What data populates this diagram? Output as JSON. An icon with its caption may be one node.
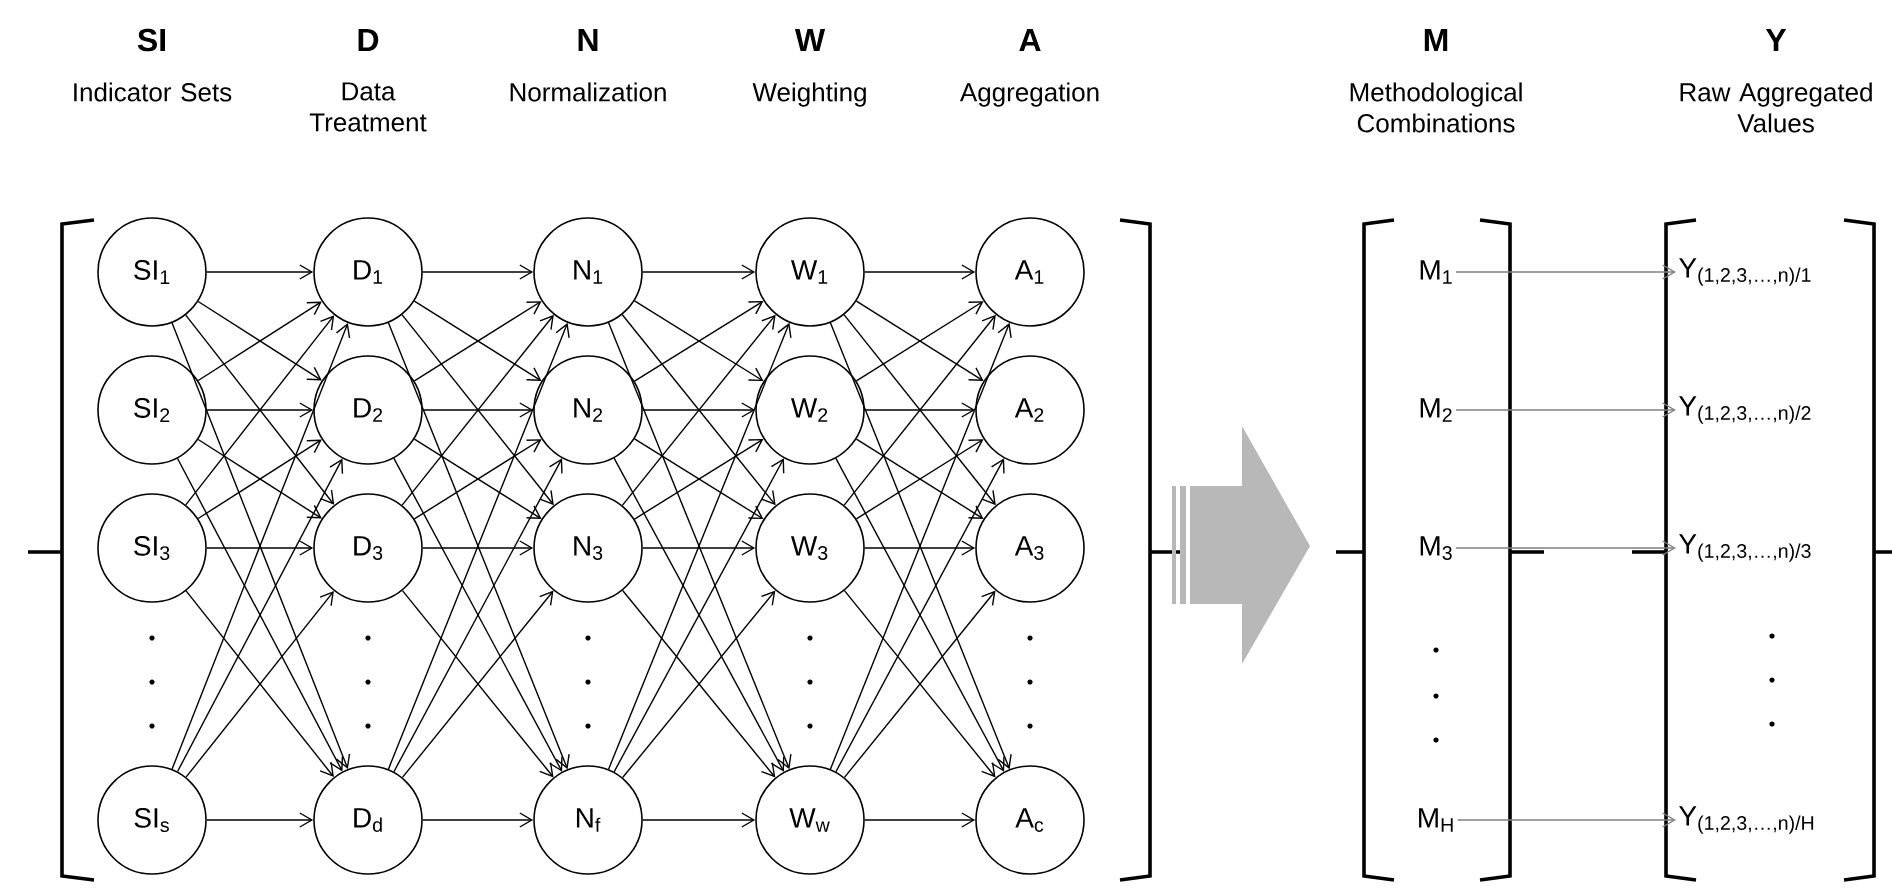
{
  "diagram": {
    "nodes": [
      {
        "text": [
          "SI$_{1}$"
        ]
      },
      {
        "text": [
          "SI$_{2}$"
        ]
      },
      {
        "text": [
          "SI$_{3}$"
        ]
      },
      {
        "text": [
          "SI$_{s}$"
        ]
      },
      {
        "text": [
          "D$_{1}$"
        ]
      },
      {
        "text": [
          "D$_{2}$"
        ]
      },
      {
        "text": [
          "D$_{3}$"
        ]
      },
      {
        "text": [
          "D$_{d}$"
        ]
      },
      {
        "text": [
          "N$_{1}$"
        ]
      },
      {
        "text": [
          "N$_{2}$"
        ]
      },
      {
        "text": [
          "N$_{3}$"
        ]
      },
      {
        "text": [
          "N$_{f}$"
        ]
      },
      {
        "text": [
          "W$_{1}$"
        ]
      },
      {
        "text": [
          "W$_{2}$"
        ]
      },
      {
        "text": [
          "W$_{3}$"
        ]
      },
      {
        "text": [
          "W$_{w}$"
        ]
      },
      {
        "text": [
          "A$_{1}$"
        ]
      },
      {
        "text": [
          "A$_{2}$"
        ]
      },
      {
        "text": [
          "A$_{3}$"
        ]
      },
      {
        "text": [
          "A$_{c}$"
        ]
      },
      {
        "text": [
          "M$_{1}$"
        ]
      },
      {
        "text": [
          "M$_{2}$"
        ]
      },
      {
        "text": [
          "M$_{3}$"
        ]
      },
      {
        "text": [
          "M$_{H}$"
        ]
      },
      {
        "text": [
          "Y$_{(1,2,3,…,n)/1}$"
        ]
      },
      {
        "text": [
          "Y$_{(1,2,3,…,n)/2}$"
        ]
      },
      {
        "text": [
          "Y$_{(1,2,3,…,n)/3}$"
        ]
      },
      {
        "text": [
          "Y$_{(1,2,3,…,n)/H}$"
        ]
      }
    ],
    "edges": [
      {
        "from": 0,
        "to": 4,
        "arrow": "to"
      },
      {
        "from": 0,
        "to": 5,
        "arrow": "to"
      },
      {
        "from": 0,
        "to": 6,
        "arrow": "to"
      },
      {
        "from": 0,
        "to": 7,
        "arrow": "to"
      },
      {
        "from": 1,
        "to": 4,
        "arrow": "to"
      },
      {
        "from": 1,
        "to": 5,
        "arrow": "to"
      },
      {
        "from": 1,
        "to": 6,
        "arrow": "to"
      },
      {
        "from": 1,
        "to": 7,
        "arrow": "to"
      },
      {
        "from": 2,
        "to": 4,
        "arrow": "to"
      },
      {
        "from": 2,
        "to": 5,
        "arrow": "to"
      },
      {
        "from": 2,
        "to": 6,
        "arrow": "to"
      },
      {
        "from": 2,
        "to": 7,
        "arrow": "to"
      },
      {
        "from": 3,
        "to": 4,
        "arrow": "to"
      },
      {
        "from": 3,
        "to": 5,
        "arrow": "to"
      },
      {
        "from": 3,
        "to": 6,
        "arrow": "to"
      },
      {
        "from": 3,
        "to": 7,
        "arrow": "to"
      },
      {
        "from": 4,
        "to": 8,
        "arrow": "to"
      },
      {
        "from": 4,
        "to": 9,
        "arrow": "to"
      },
      {
        "from": 4,
        "to": 10,
        "arrow": "to"
      },
      {
        "from": 4,
        "to": 11,
        "arrow": "to"
      },
      {
        "from": 5,
        "to": 8,
        "arrow": "to"
      },
      {
        "from": 5,
        "to": 9,
        "arrow": "to"
      },
      {
        "from": 5,
        "to": 10,
        "arrow": "to"
      },
      {
        "from": 5,
        "to": 11,
        "arrow": "to"
      },
      {
        "from": 6,
        "to": 8,
        "arrow": "to"
      },
      {
        "from": 6,
        "to": 9,
        "arrow": "to"
      },
      {
        "from": 6,
        "to": 10,
        "arrow": "to"
      },
      {
        "from": 6,
        "to": 11,
        "arrow": "to"
      },
      {
        "from": 7,
        "to": 8,
        "arrow": "to"
      },
      {
        "from": 7,
        "to": 9,
        "arrow": "to"
      },
      {
        "from": 7,
        "to": 10,
        "arrow": "to"
      },
      {
        "from": 7,
        "to": 11,
        "arrow": "to"
      },
      {
        "from": 8,
        "to": 12,
        "arrow": "to"
      },
      {
        "from": 8,
        "to": 13,
        "arrow": "to"
      },
      {
        "from": 8,
        "to": 14,
        "arrow": "to"
      },
      {
        "from": 8,
        "to": 15,
        "arrow": "to"
      },
      {
        "from": 9,
        "to": 12,
        "arrow": "to"
      },
      {
        "from": 9,
        "to": 13,
        "arrow": "to"
      },
      {
        "from": 9,
        "to": 14,
        "arrow": "to"
      },
      {
        "from": 9,
        "to": 15,
        "arrow": "to"
      },
      {
        "from": 10,
        "to": 12,
        "arrow": "to"
      },
      {
        "from": 10,
        "to": 13,
        "arrow": "to"
      },
      {
        "from": 10,
        "to": 14,
        "arrow": "to"
      },
      {
        "from": 10,
        "to": 15,
        "arrow": "to"
      },
      {
        "from": 11,
        "to": 12,
        "arrow": "to"
      },
      {
        "from": 11,
        "to": 13,
        "arrow": "to"
      },
      {
        "from": 11,
        "to": 14,
        "arrow": "to"
      },
      {
        "from": 11,
        "to": 15,
        "arrow": "to"
      },
      {
        "from": 12,
        "to": 16,
        "arrow": "to"
      },
      {
        "from": 12,
        "to": 17,
        "arrow": "to"
      },
      {
        "from": 12,
        "to": 18,
        "arrow": "to"
      },
      {
        "from": 12,
        "to": 19,
        "arrow": "to"
      },
      {
        "from": 13,
        "to": 16,
        "arrow": "to"
      },
      {
        "from": 13,
        "to": 17,
        "arrow": "to"
      },
      {
        "from": 13,
        "to": 18,
        "arrow": "to"
      },
      {
        "from": 13,
        "to": 19,
        "arrow": "to"
      },
      {
        "from": 14,
        "to": 16,
        "arrow": "to"
      },
      {
        "from": 14,
        "to": 17,
        "arrow": "to"
      },
      {
        "from": 14,
        "to": 18,
        "arrow": "to"
      },
      {
        "from": 14,
        "to": 19,
        "arrow": "to"
      },
      {
        "from": 15,
        "to": 16,
        "arrow": "to"
      },
      {
        "from": 15,
        "to": 17,
        "arrow": "to"
      },
      {
        "from": 15,
        "to": 18,
        "arrow": "to"
      },
      {
        "from": 15,
        "to": 19,
        "arrow": "to"
      },
      {
        "from": 20,
        "to": 24,
        "arrow": "to",
        "color": "#808080"
      },
      {
        "from": 21,
        "to": 25,
        "arrow": "to",
        "color": "#808080"
      },
      {
        "from": 22,
        "to": 26,
        "arrow": "to",
        "color": "#808080"
      },
      {
        "from": 23,
        "to": 27,
        "arrow": "to",
        "color": "#808080"
      }
    ],
    "labels": [
      "SI",
      "Indicator Sets",
      "D",
      "Data Treatment",
      "N",
      "Normalization",
      "W",
      "Weighting",
      "A",
      "Aggregation",
      "M",
      "Methodological Combinations",
      "Y",
      "Raw Aggregated Values"
    ]
  }
}
